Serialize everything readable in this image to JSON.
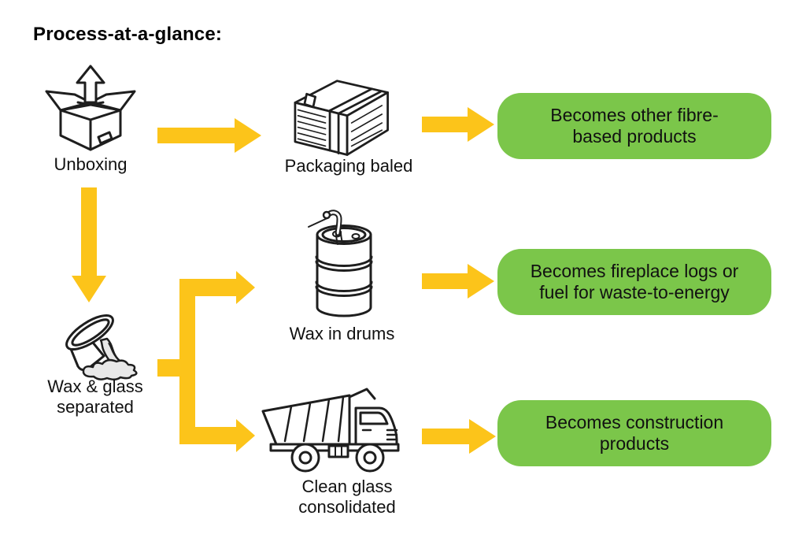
{
  "title": "Process-at-a-glance:",
  "colors": {
    "arrow": "#FCC41A",
    "green": "#7BC64A",
    "text": "#111111",
    "icon": "#1E1E1E"
  },
  "nodes": [
    {
      "id": "unboxing",
      "label": "Unboxing",
      "icon": "open-box-icon"
    },
    {
      "id": "packaging-baled",
      "label": "Packaging baled",
      "icon": "bale-icon"
    },
    {
      "id": "wax-glass-separated",
      "label": "Wax & glass separated",
      "icon": "pouring-bucket-icon"
    },
    {
      "id": "wax-in-drums",
      "label": "Wax in drums",
      "icon": "oil-drum-icon"
    },
    {
      "id": "clean-glass-consolidated",
      "label": "Clean glass consolidated",
      "icon": "dump-truck-icon"
    }
  ],
  "outcomes": [
    {
      "id": "fibre-products",
      "label": "Becomes other fibre-based products"
    },
    {
      "id": "fuel-products",
      "label": "Becomes fireplace logs or fuel for waste-to-energy"
    },
    {
      "id": "construction-products",
      "label": "Becomes construction products"
    }
  ],
  "flow": [
    {
      "from": "Unboxing",
      "to": "Packaging baled"
    },
    {
      "from": "Packaging baled",
      "to": "Becomes other fibre-based products"
    },
    {
      "from": "Unboxing",
      "to": "Wax & glass separated"
    },
    {
      "from": "Wax & glass separated",
      "to": "Wax in drums"
    },
    {
      "from": "Wax & glass separated",
      "to": "Clean glass consolidated"
    },
    {
      "from": "Wax in drums",
      "to": "Becomes fireplace logs or fuel for waste-to-energy"
    },
    {
      "from": "Clean glass consolidated",
      "to": "Becomes construction products"
    }
  ]
}
